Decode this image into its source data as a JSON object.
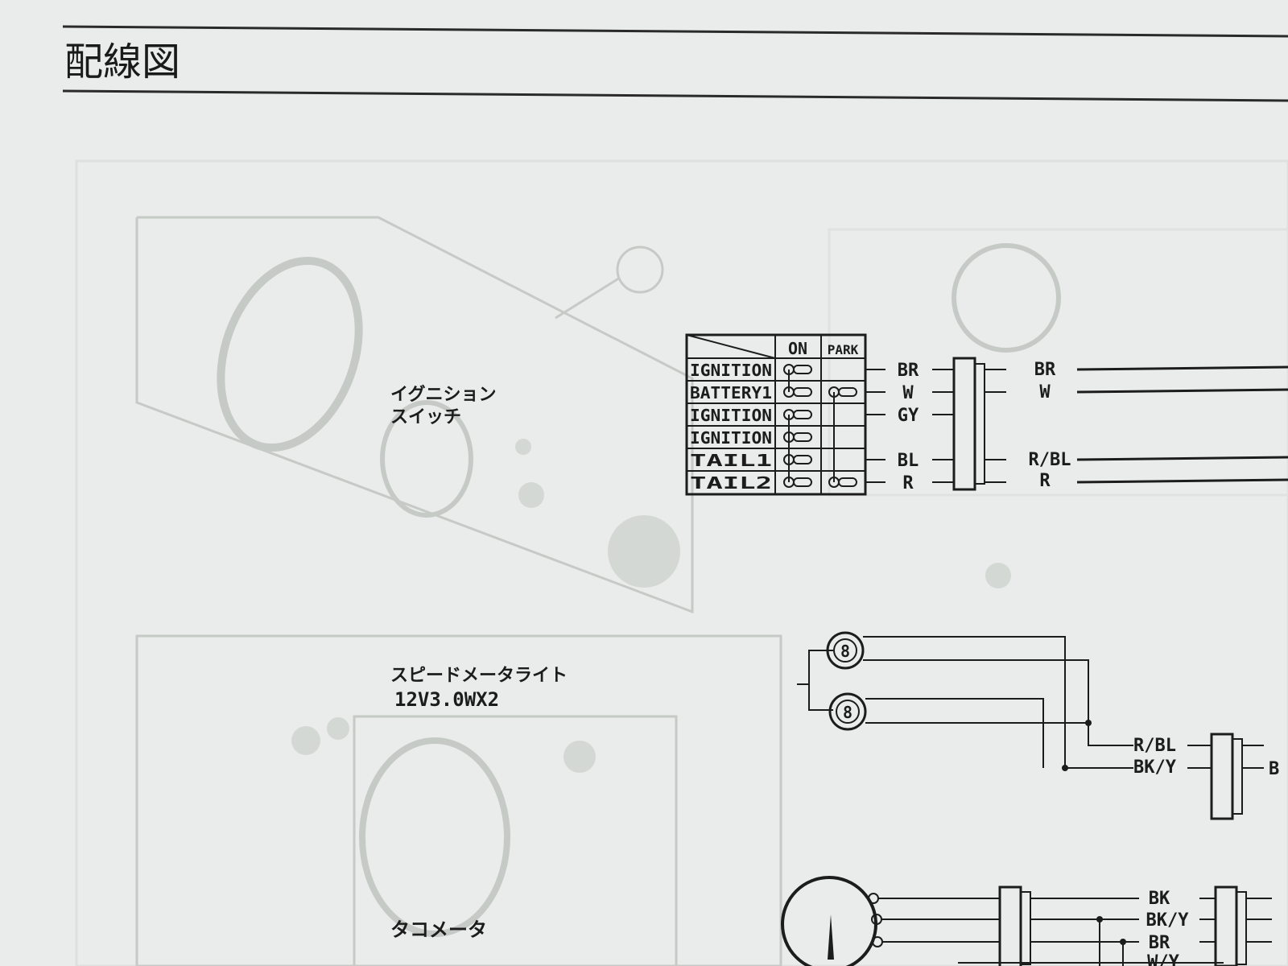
{
  "header": {
    "title": "配線図"
  },
  "ignition_switch": {
    "label_line1": "イグニション",
    "label_line2": "スイッチ",
    "columns": [
      "ON",
      "PARK"
    ],
    "rows": [
      "IGNITION",
      "BATTERY1",
      "IGNITION",
      "IGNITION",
      "TAIL1",
      "TAIL2"
    ],
    "wires_left": [
      "BR",
      "W",
      "GY",
      "BL",
      "R"
    ],
    "wires_right": [
      "BR",
      "W",
      "R/BL",
      "R"
    ]
  },
  "speedometer_light": {
    "label": "スピードメータライト",
    "spec": "12V3.0WX2",
    "wires": [
      "R/BL",
      "BK/Y"
    ],
    "bulb_glyph": "8",
    "right_cut": "B"
  },
  "tachometer": {
    "label": "タコメータ",
    "wires": [
      "BK",
      "BK/Y",
      "BR",
      "W/Y"
    ]
  },
  "colors": {
    "ink": "#1c1c1c",
    "paper": "#e9ecea",
    "ghost": "#c5cac7"
  }
}
